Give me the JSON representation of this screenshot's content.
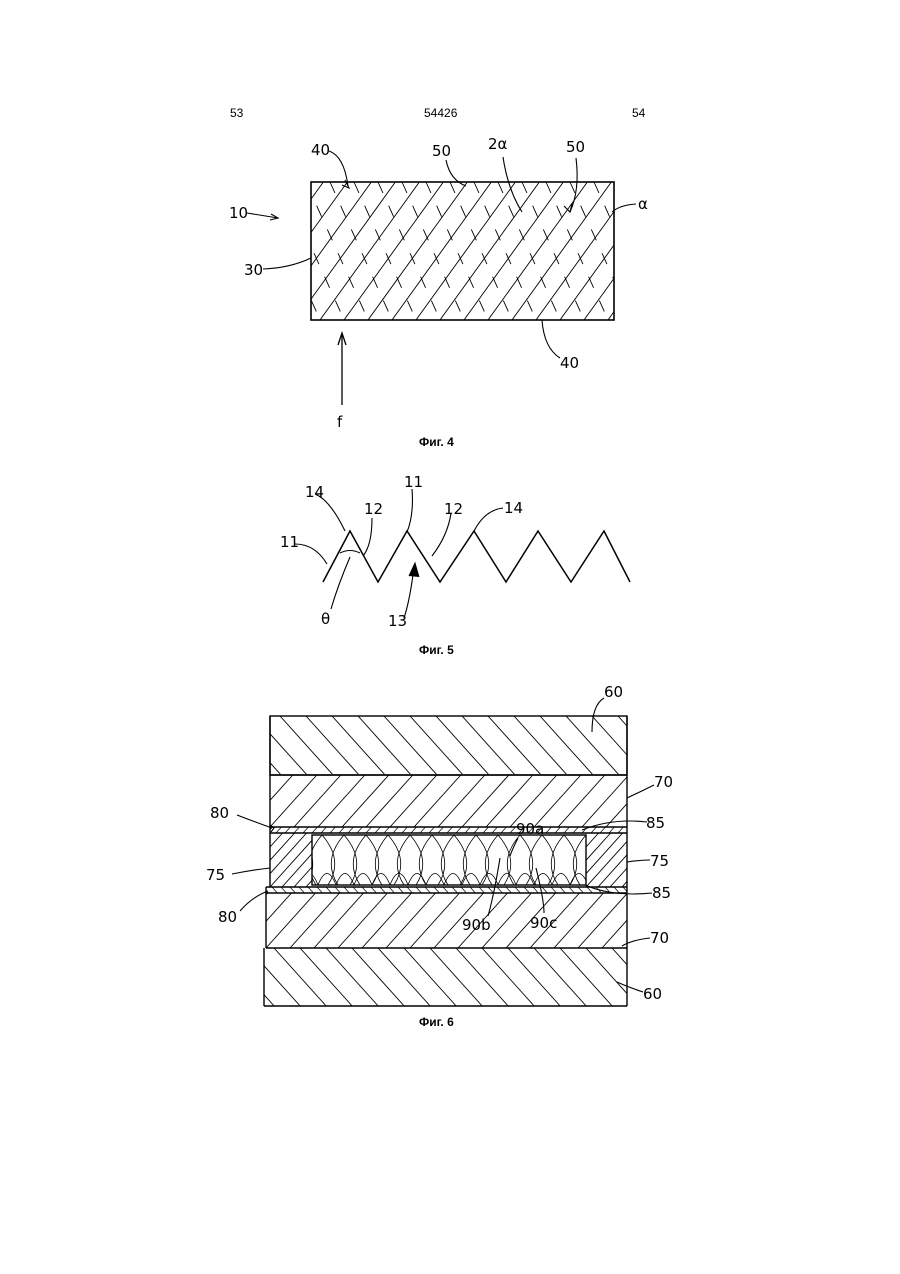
{
  "header": {
    "left_page": "53",
    "patent_number": "54426",
    "right_page": "54"
  },
  "fig4": {
    "caption": "Фиг. 4",
    "labels": {
      "l40_top": "40",
      "l50_a": "50",
      "l2a": "2α",
      "l50_b": "50",
      "lalpha": "α",
      "l10": "10",
      "l30": "30",
      "l40_bottom": "40",
      "lf": "f"
    }
  },
  "fig5": {
    "caption": "Фиг. 5",
    "labels": {
      "l14_a": "14",
      "l12_a": "12",
      "l11_a": "11",
      "l12_b": "12",
      "l14_b": "14",
      "l11_b": "11",
      "ltheta": "θ",
      "l13": "13"
    }
  },
  "fig6": {
    "caption": "Фиг. 6",
    "labels": {
      "l60_top": "60",
      "l70_top": "70",
      "l80_top": "80",
      "l90a": "90a",
      "l85_top": "85",
      "l75_left": "75",
      "l75_right": "75",
      "l85_bottom": "85",
      "l80_bottom": "80",
      "l90b": "90b",
      "l90c": "90c",
      "l70_bottom": "70",
      "l60_bottom": "60"
    }
  }
}
